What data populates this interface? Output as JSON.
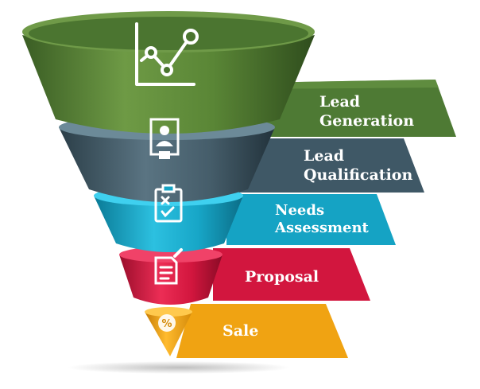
{
  "stages": [
    {
      "label_lines": [
        "Lead",
        "Generation"
      ],
      "icon": "line-chart-icon",
      "color": "#4e7a34"
    },
    {
      "label_lines": [
        "Lead",
        "Qualification"
      ],
      "icon": "person-clipboard-icon",
      "color": "#3f5866"
    },
    {
      "label_lines": [
        "Needs",
        "Assessment"
      ],
      "icon": "checklist-clipboard-icon",
      "color": "#15a3c4"
    },
    {
      "label_lines": [
        "Proposal"
      ],
      "icon": "document-edit-icon",
      "color": "#d2163e"
    },
    {
      "label_lines": [
        "Sale"
      ],
      "icon": "percent-tag-icon",
      "color": "#f0a312"
    }
  ]
}
